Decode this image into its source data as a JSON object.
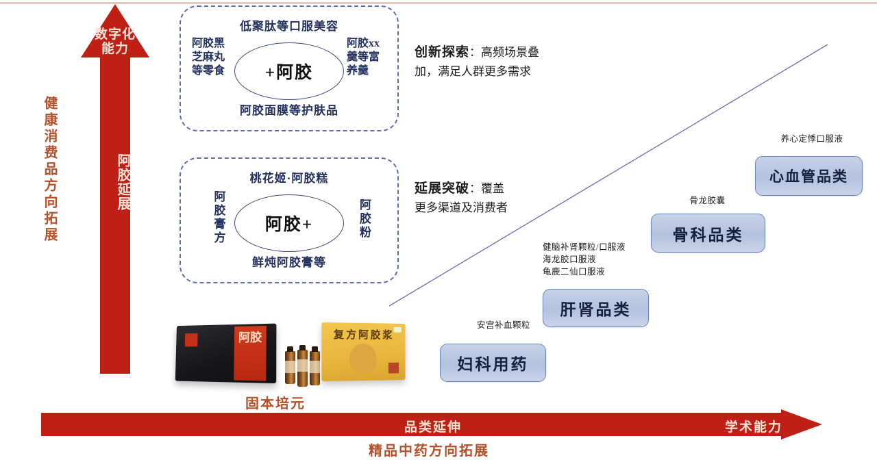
{
  "vertical_arrow": {
    "top_label": "数字化\n能力",
    "mid_label": "阿胶延展",
    "side_label": "健康消费品方向拓展"
  },
  "boxes": [
    {
      "id": "ejiao-plus-box",
      "center": "+阿胶",
      "top": "低聚肽等口服美容",
      "bottom": "阿胶面膜等护肤品",
      "left": "阿胶黑\n芝麻丸\n等零食",
      "right": "阿胶xx\n羹等富\n养羹"
    },
    {
      "id": "plus-ejiao-box",
      "center": "阿胶+",
      "top": "桃花姬·阿胶糕",
      "bottom": "鲜炖阿胶膏等",
      "left": "阿胶膏方",
      "right": "阿胶粉"
    }
  ],
  "annotations": [
    {
      "id": "innovation",
      "title": "创新探索",
      "colon": "：",
      "line1": "高频场景叠",
      "line2": "加，满足人群更多需求"
    },
    {
      "id": "extension",
      "title": "延展突破",
      "colon": "：",
      "line1": "覆盖",
      "line2": "更多渠道及消费者"
    }
  ],
  "categories": [
    {
      "id": "gynecology",
      "label": "妇科用药",
      "note": "安宫补血颗粒"
    },
    {
      "id": "liver-kidney",
      "label": "肝肾品类",
      "note": "健脑补肾颗粒/口服液\n海龙胶口服液\n龟鹿二仙口服液"
    },
    {
      "id": "orthopedics",
      "label": "骨科品类",
      "note": "骨龙胶囊"
    },
    {
      "id": "cardiovascular",
      "label": "心血管品类",
      "note": "养心定悸口服液"
    }
  ],
  "products": [
    {
      "id": "black-gift-box",
      "label": "阿胶"
    },
    {
      "id": "gold-gift-box",
      "label": "复方阿胶浆"
    }
  ],
  "bottom_arrow": {
    "mid_label": "品类延伸",
    "right_label": "学术能力",
    "caption_above": "固本培元",
    "caption_below": "精品中药方向拓展"
  },
  "colors": {
    "red": "#bf2015",
    "brown": "#b4502a",
    "blue_border": "#5d6fa8",
    "cat_fill": "#b3c2de",
    "cat_border": "#6b84bd",
    "top_rule": "#e8c8bd"
  }
}
